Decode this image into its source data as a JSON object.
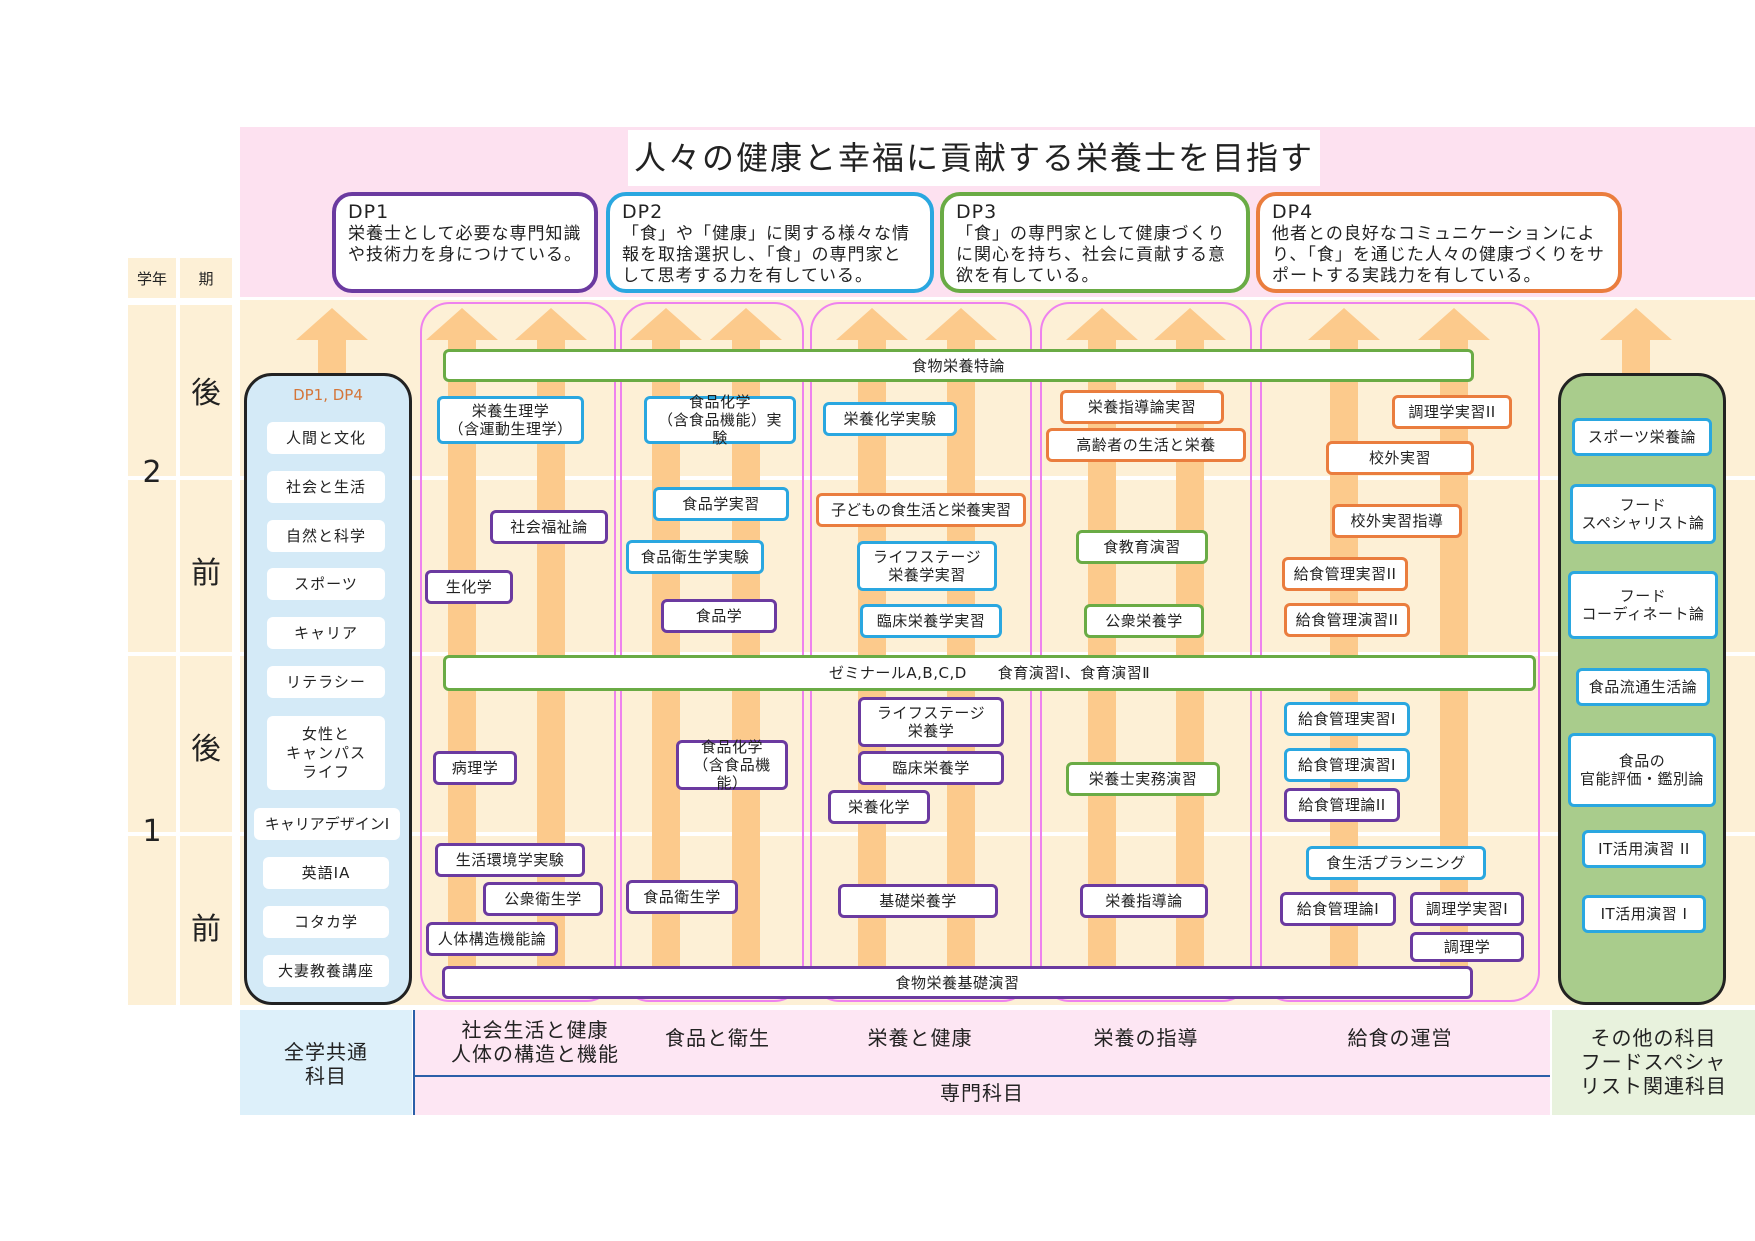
{
  "title": "人々の健康と幸福に貢献する栄養士を目指す",
  "dps": [
    {
      "label": "DP1",
      "text": "栄養士として必要な専門知識や技術力を身につけている。",
      "color": "#6b3aa0"
    },
    {
      "label": "DP2",
      "text": "「食」や「健康」に関する様々な情報を取捨選択し、「食」の専門家として思考する力を有している。",
      "color": "#2aa7e0"
    },
    {
      "label": "DP3",
      "text": "「食」の専門家として健康づくりに関心を持ち、社会に貢献する意欲を有している。",
      "color": "#6aab45"
    },
    {
      "label": "DP4",
      "text": "他者との良好なコミュニケーションにより、「食」を通じた人々の健康づくりをサポートする実践力を有している。",
      "color": "#ea7d3e"
    }
  ],
  "headers": {
    "year": "学年",
    "term": "期"
  },
  "years": {
    "y2": "2",
    "y1": "1"
  },
  "terms": {
    "t2b": "後",
    "t2a": "前",
    "t1b": "後",
    "t1a": "前"
  },
  "general": {
    "dp_label": "DP1, DP4",
    "items": [
      "人間と文化",
      "社会と生活",
      "自然と科学",
      "スポーツ",
      "キャリア",
      "リテラシー",
      "女性と\nキャンパス\nライフ",
      "キャリアデザインⅠ",
      "英語IA",
      "コタカ学",
      "大妻教養講座"
    ]
  },
  "others": [
    "スポーツ栄養論",
    "フード\nスペシャリスト論",
    "フード\nコーディネート論",
    "食品流通生活論",
    "食品の\n官能評価・鑑別論",
    "IT活用演習 II",
    "IT活用演習 I"
  ],
  "courses": {
    "shokumotsu_tokuron": "食物栄養特論",
    "seminar": "ゼミナールA,B,C,D　　食育演習Ⅰ、食育演習Ⅱ",
    "kiso_enshu": "食物栄養基礎演習",
    "eiyo_seirigaku": "栄養生理学\n（含運動生理学）",
    "shakai_fukushi": "社会福祉論",
    "seikagaku": "生化学",
    "byorigaku": "病理学",
    "seikatsu_kankyo": "生活環境学実験",
    "koshu_eisei": "公衆衛生学",
    "jintai_kozo": "人体構造機能論",
    "shokuhin_kagaku_jikken": "食品化学\n（含食品機能）実験",
    "shokuhingaku_jisshu": "食品学実習",
    "shokuhin_eisei_jikken": "食品衛生学実験",
    "shokuhingaku": "食品学",
    "shokuhin_kagaku": "食品化学\n（含食品機能）",
    "shokuhin_eiseigaku": "食品衛生学",
    "eiyo_kagaku_jikken": "栄養化学実験",
    "kodomo": "子どもの食生活と栄養実習",
    "lifestage_jisshu": "ライフステージ\n栄養学実習",
    "rinsho_jisshu": "臨床栄養学実習",
    "lifestage": "ライフステージ\n栄養学",
    "rinsho": "臨床栄養学",
    "eiyo_kagaku": "栄養化学",
    "kiso_eiyo": "基礎栄養学",
    "shido_jisshu": "栄養指導論実習",
    "koreisha": "高齢者の生活と栄養",
    "shokuiku_enshu": "食教育演習",
    "koshu_eiyo": "公衆栄養学",
    "jitsumu_enshu": "栄養士実務演習",
    "shidoron": "栄養指導論",
    "chori_jisshu2": "調理学実習II",
    "kogai_jisshu": "校外実習",
    "kogai_shido": "校外実習指導",
    "kyushoku_jisshu2": "給食管理実習II",
    "kyushoku_enshu2": "給食管理演習II",
    "kyushoku_jisshu1": "給食管理実習I",
    "kyushoku_enshu1": "給食管理演習I",
    "kyushoku_ron2": "給食管理論II",
    "shokuseikatsu": "食生活プランニング",
    "kyushoku_ron1": "給食管理論I",
    "chori_jisshu1": "調理学実習I",
    "chorigaku": "調理学"
  },
  "bottom": {
    "general": "全学共通\n科目",
    "c1": "社会生活と健康\n人体の構造と機能",
    "c2": "食品と衛生",
    "c3": "栄養と健康",
    "c4": "栄養の指導",
    "c5": "給食の運営",
    "senmon": "専門科目",
    "other": "その他の科目\nフードスペシャ\nリスト関連科目"
  }
}
